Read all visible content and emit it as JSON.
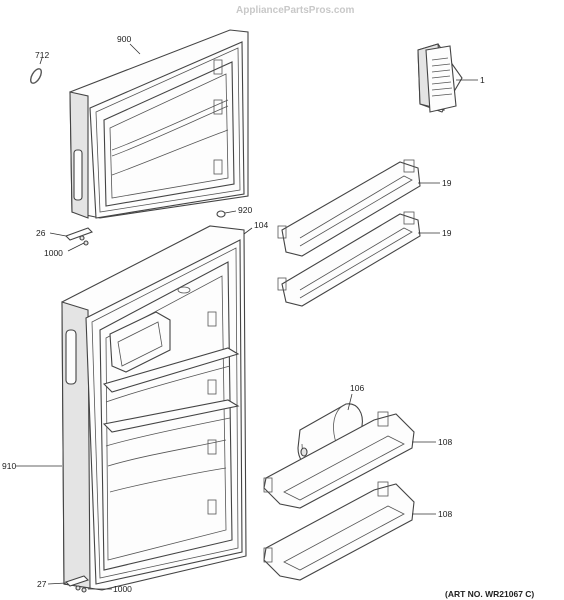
{
  "watermark": "AppliancePartsPros.com",
  "art_number": "(ART NO. WR21067 C)",
  "callouts": {
    "c712": "712",
    "c900": "900",
    "c1": "1",
    "c19a": "19",
    "c19b": "19",
    "c920": "920",
    "c104": "104",
    "c26": "26",
    "c1000a": "1000",
    "c910": "910",
    "c106": "106",
    "c108a": "108",
    "c108b": "108",
    "c27": "27",
    "c1000b": "1000"
  }
}
